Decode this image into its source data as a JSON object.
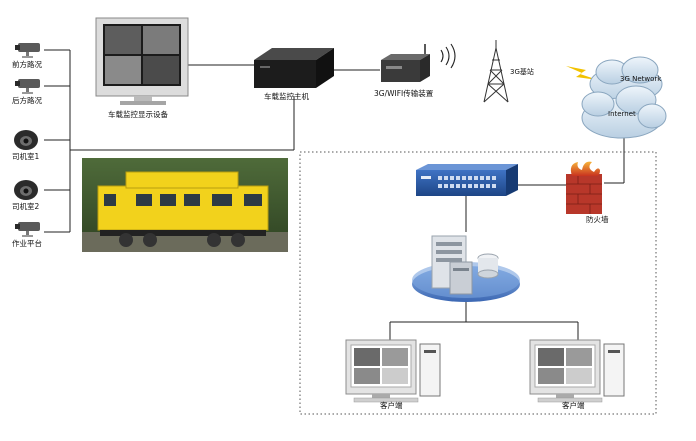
{
  "cameras": [
    {
      "label": "前方路况",
      "kind": "bullet"
    },
    {
      "label": "后方路况",
      "kind": "bullet"
    },
    {
      "label": "司机室1",
      "kind": "dome"
    },
    {
      "label": "司机室2",
      "kind": "dome"
    },
    {
      "label": "作业平台",
      "kind": "bullet"
    }
  ],
  "nodes": {
    "monitor_display": "车载监控显示设备",
    "host": "车载监控主机",
    "transmitter": "3G/WIFI传输装置",
    "base_station": "3G基站",
    "network": "3G Network",
    "internet": "Internet",
    "firewall": "防火墙"
  },
  "clients": [
    {
      "label": "客户端"
    },
    {
      "label": "客户端"
    }
  ],
  "colors": {
    "line": "#222222",
    "switch_blue": "#2a5aa8",
    "cloud": "#cfe0ee",
    "train_yellow": "#f2d21c",
    "firewall_red": "#d8432b",
    "lightning": "#f2c200"
  }
}
